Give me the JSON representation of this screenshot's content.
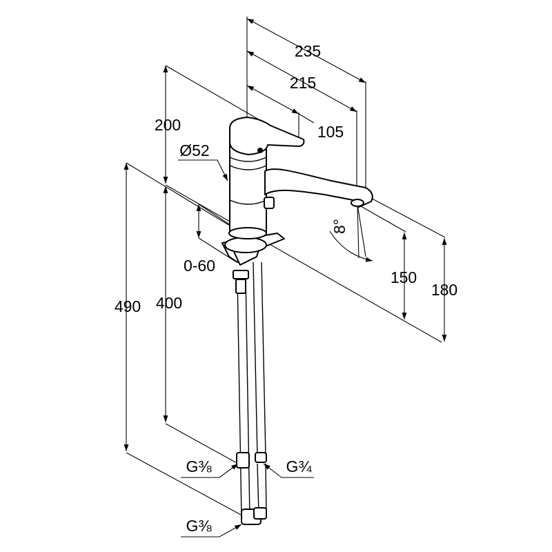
{
  "drawing": {
    "dimensions": {
      "d235": "235",
      "d215": "215",
      "d105": "105",
      "d200": "200",
      "d52": "Ø52",
      "d060": "0-60",
      "d490": "490",
      "d400": "400",
      "d150": "150",
      "d180": "180",
      "angle": "8°"
    },
    "threads": {
      "upper_left": "G⅜",
      "upper_right": "G¾",
      "bottom": "G⅜"
    }
  }
}
